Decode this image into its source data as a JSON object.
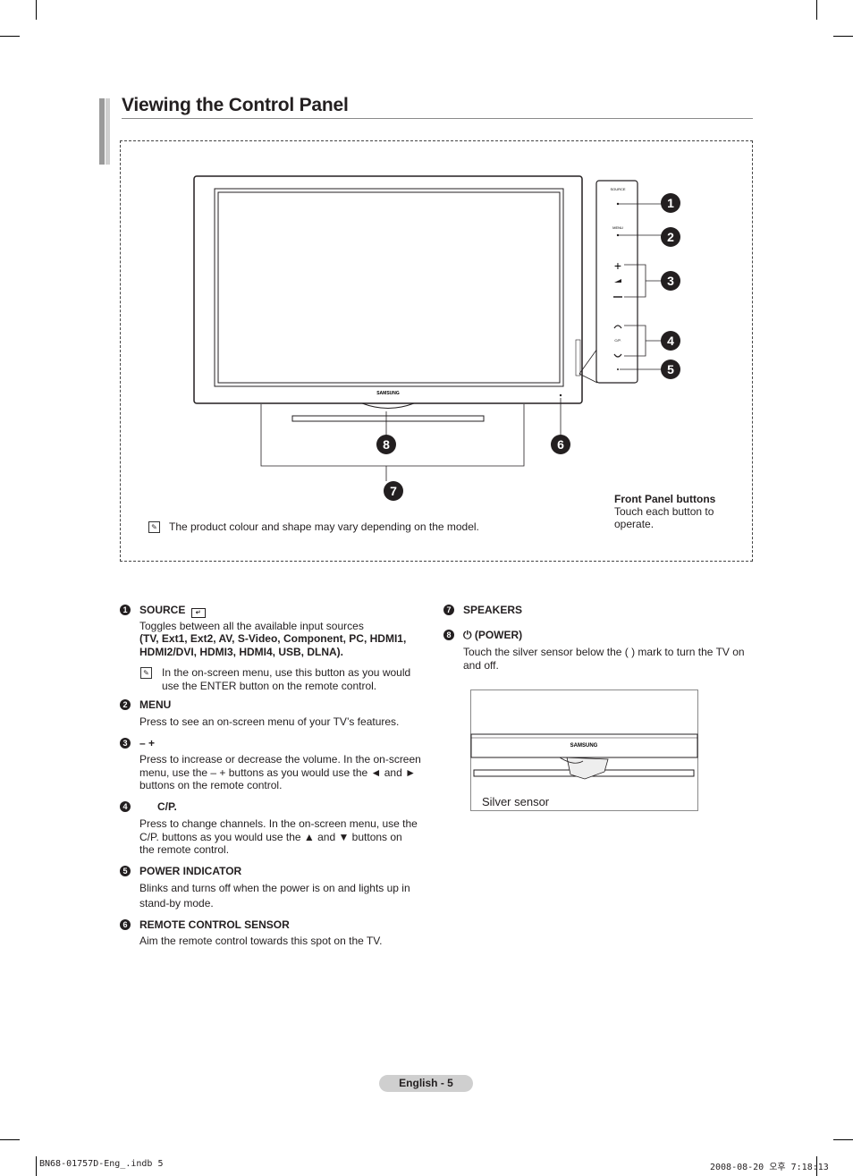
{
  "title": "Viewing the Control Panel",
  "diagram": {
    "brand": "SAMSUNG",
    "panel_labels": {
      "source": "SOURCE",
      "menu": "MENU",
      "cp": "C/P."
    },
    "callouts": [
      "1",
      "2",
      "3",
      "4",
      "5",
      "6",
      "7",
      "8"
    ],
    "front_panel_title": "Front Panel buttons",
    "front_panel_text": "Touch each button to operate.",
    "note": "The product colour and shape may vary depending on the model."
  },
  "items": [
    {
      "n": "1",
      "head": "SOURCE",
      "body": "Toggles between all the available input sources",
      "sources": "(TV, Ext1, Ext2, AV, S-Video, Component, PC, HDMI1, HDMI2/DVI, HDMI3, HDMI4, USB, DLNA).",
      "note": "In the on-screen menu, use this button as you would use the ENTER button on the remote control."
    },
    {
      "n": "2",
      "head": "MENU",
      "body": "Press to see an on-screen menu of your TV’s features."
    },
    {
      "n": "3",
      "head": "–  +",
      "body": "Press to increase or decrease the volume. In the on-screen menu, use the –  + buttons as you would use the ◄ and ► buttons on the remote control."
    },
    {
      "n": "4",
      "head": "C/P.",
      "body": "Press to change channels. In the on-screen menu, use the C/P. buttons as you would use the ▲ and ▼ buttons on the remote control."
    },
    {
      "n": "5",
      "head": "POWER INDICATOR",
      "body": "Blinks and turns off when the power is on and lights up in stand-by mode."
    },
    {
      "n": "6",
      "head": "REMOTE CONTROL SENSOR",
      "body": "Aim the remote control towards this spot on the TV."
    },
    {
      "n": "7",
      "head": "SPEAKERS",
      "body": ""
    },
    {
      "n": "8",
      "head": "(POWER)",
      "body": "Touch the silver sensor below the ( ) mark to turn the TV on and off."
    }
  ],
  "sensor_label": "Silver sensor",
  "footer": "English - 5",
  "slug_left": "BN68-01757D-Eng_.indb   5",
  "slug_right": "2008-08-20   오후 7:18:13"
}
